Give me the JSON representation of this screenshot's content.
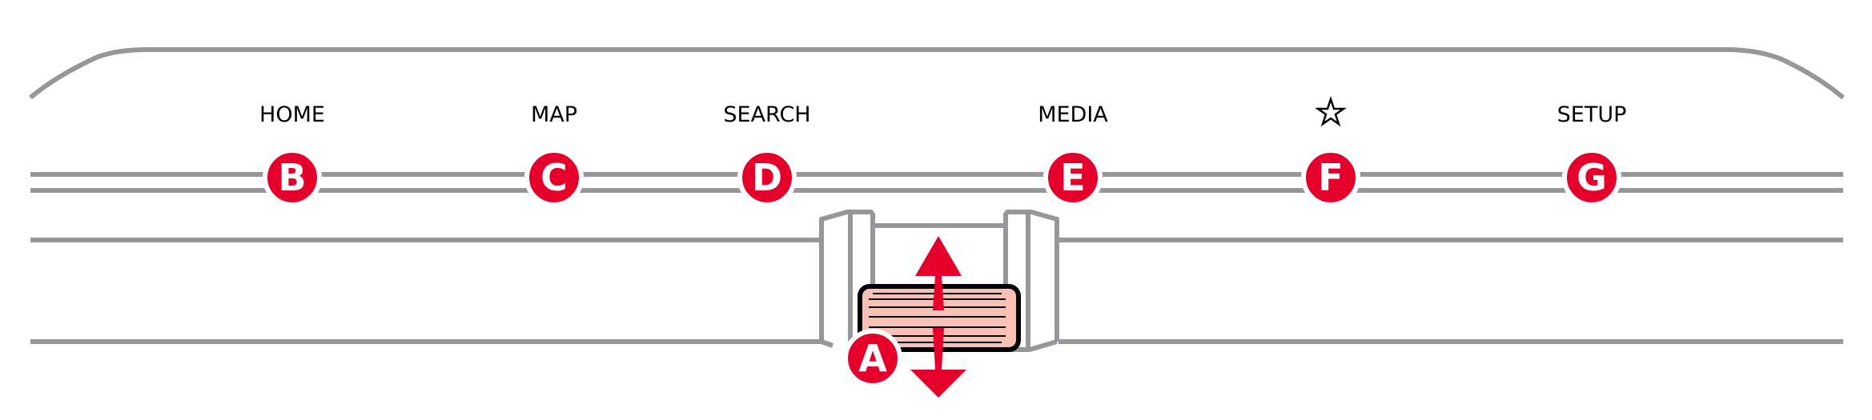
{
  "diagram": {
    "title_items": [
      {
        "badge": "B",
        "label": "HOME",
        "icon": null
      },
      {
        "badge": "C",
        "label": "MAP",
        "icon": null
      },
      {
        "badge": "D",
        "label": "SEARCH",
        "icon": null
      },
      {
        "badge": "E",
        "label": "MEDIA",
        "icon": null
      },
      {
        "badge": "F",
        "label": "",
        "icon": "star-icon"
      },
      {
        "badge": "G",
        "label": "SETUP",
        "icon": null
      }
    ],
    "scroll_wheel_badge": "A",
    "colors": {
      "accent": "#e4002b",
      "outline": "#96979a",
      "wheel": "#f9c0b5"
    }
  }
}
